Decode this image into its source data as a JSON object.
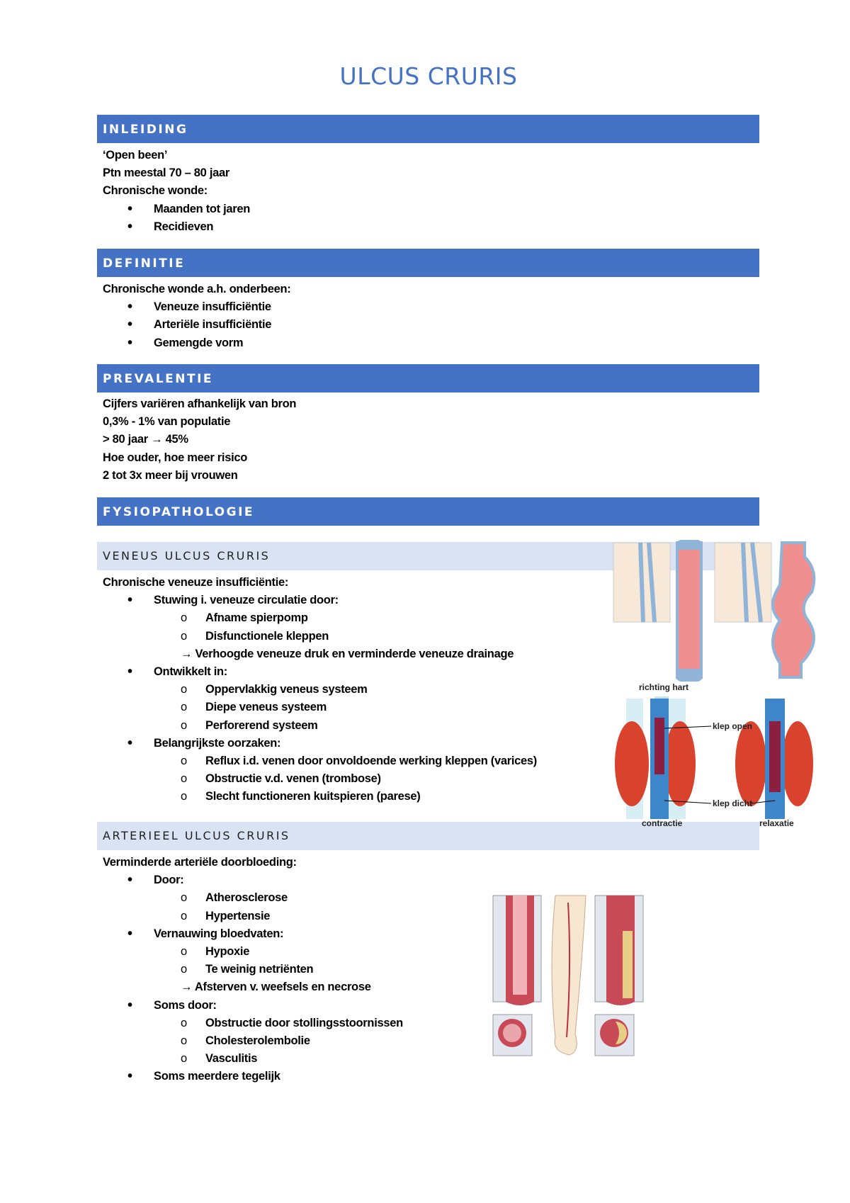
{
  "title": "ULCUS CRURIS",
  "sections": {
    "inleiding": {
      "heading": "INLEIDING",
      "lines": [
        "‘Open been’",
        "Ptn meestal 70 – 80 jaar",
        "Chronische wonde:"
      ],
      "bullets": [
        "Maanden tot jaren",
        "Recidieven"
      ]
    },
    "definitie": {
      "heading": "DEFINITIE",
      "lines": [
        "Chronische wonde a.h. onderbeen:"
      ],
      "bullets": [
        "Veneuze insufficiëntie",
        "Arteriële insufficiëntie",
        "Gemengde vorm"
      ]
    },
    "prevalentie": {
      "heading": "PREVALENTIE",
      "lines": [
        "Cijfers variëren afhankelijk van bron",
        "0,3% - 1% van populatie",
        "> 80 jaar → 45%",
        "Hoe ouder, hoe meer risico",
        "2 tot 3x meer bij vrouwen"
      ]
    },
    "fysiopathologie": {
      "heading": "FYSIOPATHOLOGIE",
      "veneus": {
        "heading": "VENEUS ULCUS CRURIS",
        "intro": "Chronische veneuze insufficiëntie:",
        "b1": "Stuwing i. veneuze circulatie door:",
        "b1_sub": [
          "Afname spierpomp",
          "Disfunctionele kleppen"
        ],
        "b1_arrow": "→ Verhoogde veneuze druk en verminderde veneuze drainage",
        "b2": "Ontwikkelt in:",
        "b2_sub": [
          "Oppervlakkig veneus systeem",
          "Diepe veneus systeem",
          "Perforerend systeem"
        ],
        "b3": "Belangrijkste oorzaken:",
        "b3_sub": [
          "Reflux i.d. venen door onvoldoende werking kleppen (varices)",
          "Obstructie v.d. venen (trombose)",
          "Slecht functioneren kuitspieren (parese)"
        ],
        "figure_labels": {
          "direction": "richting hart",
          "valve_open": "klep open",
          "valve_closed": "klep dicht",
          "contraction": "contractie",
          "relaxation": "relaxatie"
        }
      },
      "arterieel": {
        "heading": "ARTERIEEL ULCUS CRURIS",
        "intro": "Verminderde arteriële doorbloeding:",
        "b1": "Door:",
        "b1_sub": [
          "Atherosclerose",
          "Hypertensie"
        ],
        "b2": "Vernauwing bloedvaten:",
        "b2_sub": [
          "Hypoxie",
          "Te weinig netriënten"
        ],
        "b2_arrow": "→ Afsterven v. weefsels en necrose",
        "b3": "Soms door:",
        "b3_sub": [
          "Obstructie door stollingsstoornissen",
          "Cholesterolembolie",
          "Vasculitis"
        ],
        "b4": "Soms meerdere tegelijk"
      }
    }
  },
  "colors": {
    "heading_bar": "#4472c4",
    "subheading_bar": "#dae3f3",
    "title": "#4472c4"
  }
}
